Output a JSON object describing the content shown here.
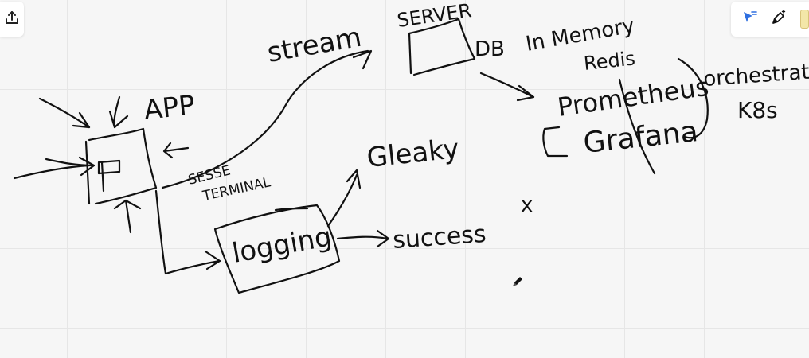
{
  "toolbar": {
    "share_icon": "share-upload-icon",
    "tools": [
      {
        "name": "select-laser-icon",
        "color": "#2f6fe0"
      },
      {
        "name": "pen-sparkle-icon",
        "color": "#111111"
      }
    ]
  },
  "board": {
    "stroke_color": "#111111",
    "labels": {
      "app": "APP",
      "stream": "stream",
      "server": "SERVER",
      "db": "DB",
      "in_memory": "In Memory",
      "redis": "Redis",
      "prometheus": "Prometheus",
      "grafana": "Grafana",
      "orchestration": "orchestrat.",
      "k8s": "K8s",
      "sse": "SESSE",
      "terminal": "TERMINAL",
      "gleaky": "Gleaky",
      "logging": "logging",
      "success": "success",
      "x_mark": "x"
    }
  }
}
